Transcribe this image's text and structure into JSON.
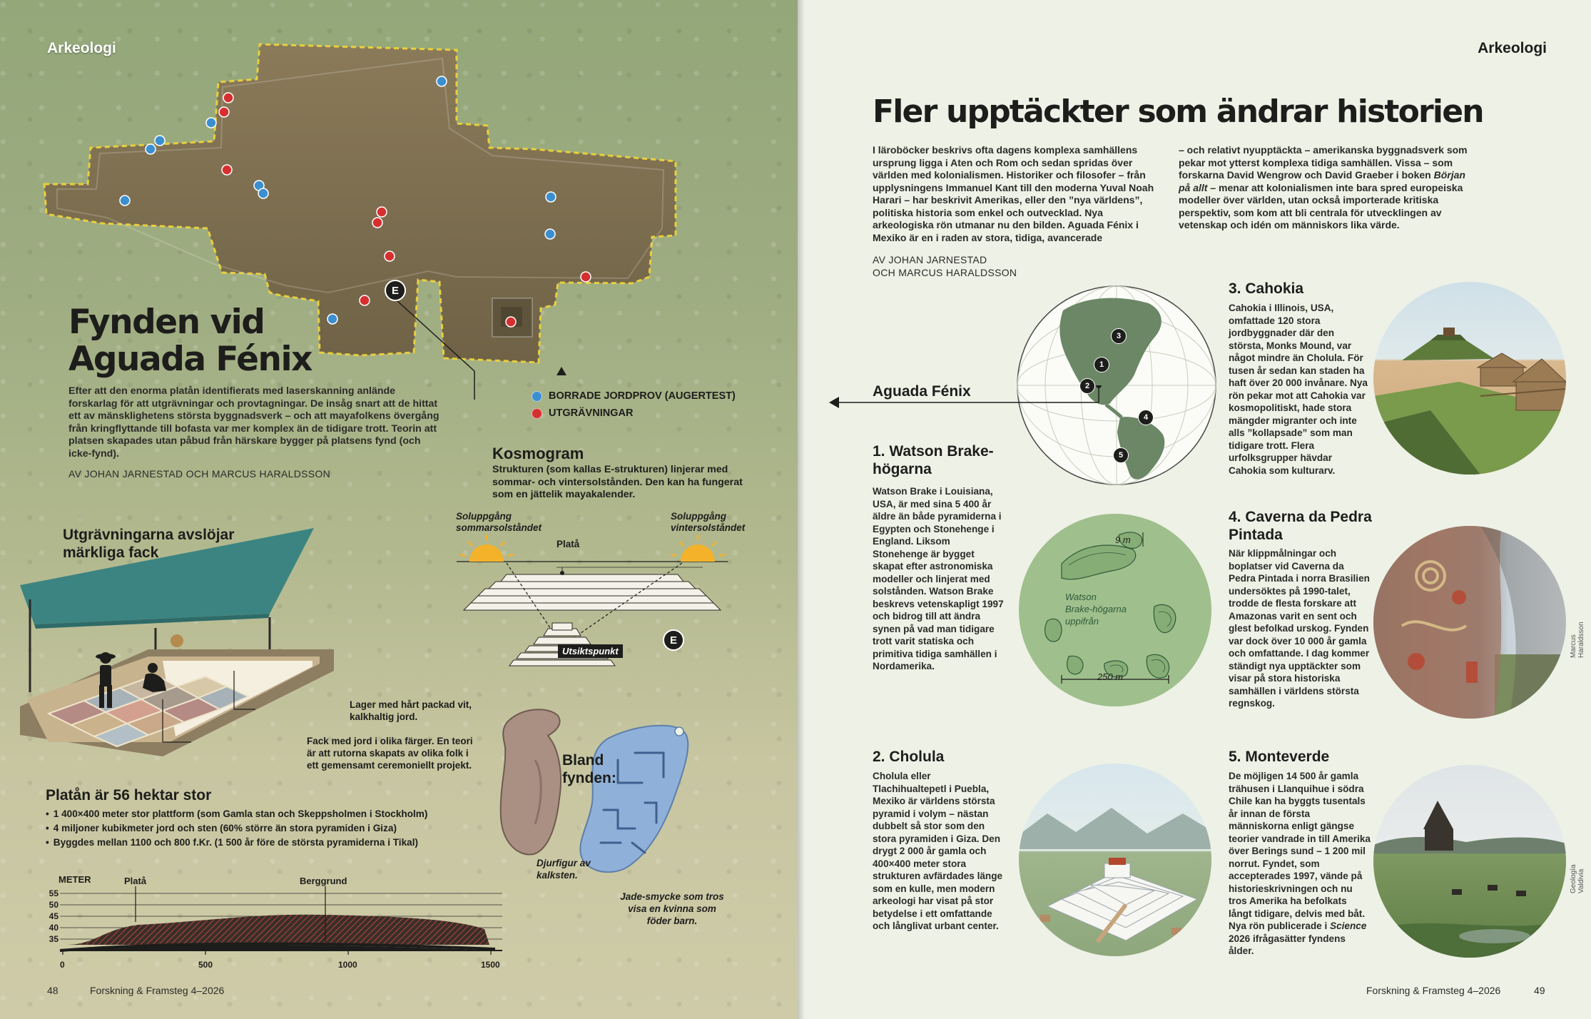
{
  "left": {
    "section_tag": "Arkeologi",
    "title_line1": "Fynden vid",
    "title_line2": "Aguada Fénix",
    "intro": "Efter att den enorma platån identifierats med laserskanning anlände forskarlag för att utgrävningar och provtagningar. De insåg snart att de hittat ett av mänsklighetens största byggnadsverk – och att mayafolkens övergång från kringflyttande till bofasta var mer komplex än de tidigare trott. Teorin att platsen skapades utan påbud från härskare bygger på platsens fynd (och icke-fynd).",
    "byline": "AV JOHAN JARNESTAD OCH MARCUS HARALDSSON",
    "legend": {
      "blue_label": "BORRADE JORDPROV (AUGERTEST)",
      "red_label": "UTGRÄVNINGAR",
      "blue_color": "#3b8fd0",
      "red_color": "#d62f2f"
    },
    "e_marker": "E",
    "kosmogram": {
      "title": "Kosmogram",
      "text": "Strukturen (som kallas E-strukturen) linjerar med sommar- och vintersolstånden. Den kan ha fungerat som en jättelik mayakalender.",
      "summer_label": "Soluppgång sommarsolståndet",
      "winter_label": "Soluppgång vintersolståndet",
      "plata_label": "Platå",
      "viewpoint_label": "Utsiktspunkt"
    },
    "excavation": {
      "title": "Utgrävningarna avslöjar märkliga fack",
      "layer_note": "Lager med hårt packad vit, kalkhaltig jord.",
      "fack_note": "Fack med jord i olika färger. En teori är att rutorna skapats av olika folk i ett gemensamt ceremoniellt projekt."
    },
    "stats": {
      "title": "Platån är 56 hektar stor",
      "items": [
        "1 400×400 meter stor plattform (som Gamla stan och Skeppsholmen i Stockholm)",
        "4 miljoner kubikmeter jord och sten (60% större än stora pyramiden i Giza)",
        "Byggdes mellan 1100 och 800 f.Kr. (1 500 år före de största pyramiderna i Tikal)"
      ]
    },
    "profile": {
      "y_axis_label": "METER",
      "plata_label": "Platå",
      "bedrock_label": "Berggrund",
      "y_ticks": [
        "55",
        "50",
        "45",
        "40",
        "35"
      ],
      "x_ticks": [
        "0",
        "500",
        "1000",
        "1500"
      ]
    },
    "finds": {
      "title": "Bland fynden:",
      "animal_caption": "Djurfigur av kalksten.",
      "jade_caption": "Jade-smycke som tros visa en kvinna som föder barn."
    },
    "folio_number": "48",
    "folio_magazine": "Forskning & Framsteg 4–2026"
  },
  "right": {
    "section_tag": "Arkeologi",
    "headline": "Fler upptäckter som ändrar historien",
    "intro_col1": "I läroböcker beskrivs ofta dagens komplexa samhällens ursprung ligga i Aten och Rom och sedan spridas över världen med kolonialismen. Historiker och filosofer – från upplysningens Immanuel Kant till den moderna Yuval Noah Harari – har beskrivit Amerikas, eller den ”nya världens”, politiska historia som enkel och outvecklad. Nya arkeologiska rön utmanar nu den bilden. Aguada Fénix i Mexiko är en i raden av stora, tidiga, avancerade",
    "intro_col2_a": "– och relativt nyupptäckta – amerikanska byggnadsverk som pekar mot ytterst komplexa tidiga samhällen. Vissa – som forskarna David Wengrow och David Graeber i boken ",
    "intro_col2_book": "Början på allt",
    "intro_col2_b": " – menar att kolonialismen inte bara spred europeiska modeller över världen, utan också importerade kritiska perspektiv, som kom att bli centrala för utvecklingen av vetenskap och idén om människors lika värde.",
    "byline_1": "AV JOHAN JARNESTAD",
    "byline_2": "OCH MARCUS HARALDSSON",
    "aguada_label": "Aguada Fénix",
    "globe_markers": [
      "1",
      "2",
      "3",
      "4",
      "5"
    ],
    "watson_map": {
      "label_line1": "Watson",
      "label_line2": "Brake-högarna",
      "label_line3": "uppifrån",
      "scale_height": "9 m",
      "scale_width": "250 m"
    },
    "sites": [
      {
        "num": "1.",
        "title": "Watson Brake-högarna",
        "text": "Watson Brake i Louisiana, USA, är med sina 5 400 år äldre än både pyramiderna i Egypten och Stonehenge i England. Liksom Stonehenge är bygget skapat efter astronomiska modeller och linjerat med solstånden. Watson Brake beskrevs vetenskapligt 1997 och bidrog till att ändra synen på vad man tidigare trott varit statiska och primitiva tidiga samhällen i Nordamerika."
      },
      {
        "num": "2.",
        "title": "Cholula",
        "text": "Cholula eller Tlachihualtepetl i Puebla, Mexiko är världens största pyramid i volym – nästan dubbelt så stor som den stora pyramiden i Giza. Den drygt 2 000 år gamla och 400×400 meter stora strukturen avfärdades länge som en kulle, men modern arkeologi har visat på stor betydelse i ett omfattande och långlivat urbant center."
      },
      {
        "num": "3.",
        "title": "Cahokia",
        "text": "Cahokia i Illinois, USA, omfattade 120 stora jordbyggnader där den största, Monks Mound, var något mindre än Cholula. För tusen år sedan kan staden ha haft över 20 000 invånare. Nya rön pekar mot att Cahokia var kosmopolitiskt, hade stora mängder migranter och inte alls ”kollapsade” som man tidigare trott. Flera urfolksgrupper hävdar Cahokia som kulturarv."
      },
      {
        "num": "4.",
        "title": "Caverna da Pedra Pintada",
        "text": "När klippmålningar och boplatser vid Caverna da Pedra Pintada i norra Brasilien undersöktes på 1990-talet, trodde de flesta forskare att Amazonas varit en sent och glest befolkad urskog. Fynden var dock över 10 000 år gamla och omfattande. I dag kommer ständigt nya upptäckter som visar på stora historiska samhällen i världens största regnskog."
      },
      {
        "num": "5.",
        "title": "Monteverde",
        "text_a": "De möjligen 14 500 år gamla trähusen i Llanquihue i södra Chile kan ha byggts tusentals år innan de första människorna enligt gängse teorier vandrade in till Amerika över Berings sund – 1 200 mil norrut. Fyndet, som accepterades 1997, vände på historieskrivningen och nu tros Amerika ha befolkats långt tidigare, delvis med båt. Nya rön publicerade i ",
        "text_journal": "Science",
        "text_b": " 2026 ifrågasätter fyndens ålder."
      }
    ],
    "credits": {
      "pedra": "Marcus Haraldsson",
      "monteverde": "Geología Valdivia"
    },
    "folio_magazine": "Forskning & Framsteg 4–2026",
    "folio_number": "49"
  }
}
